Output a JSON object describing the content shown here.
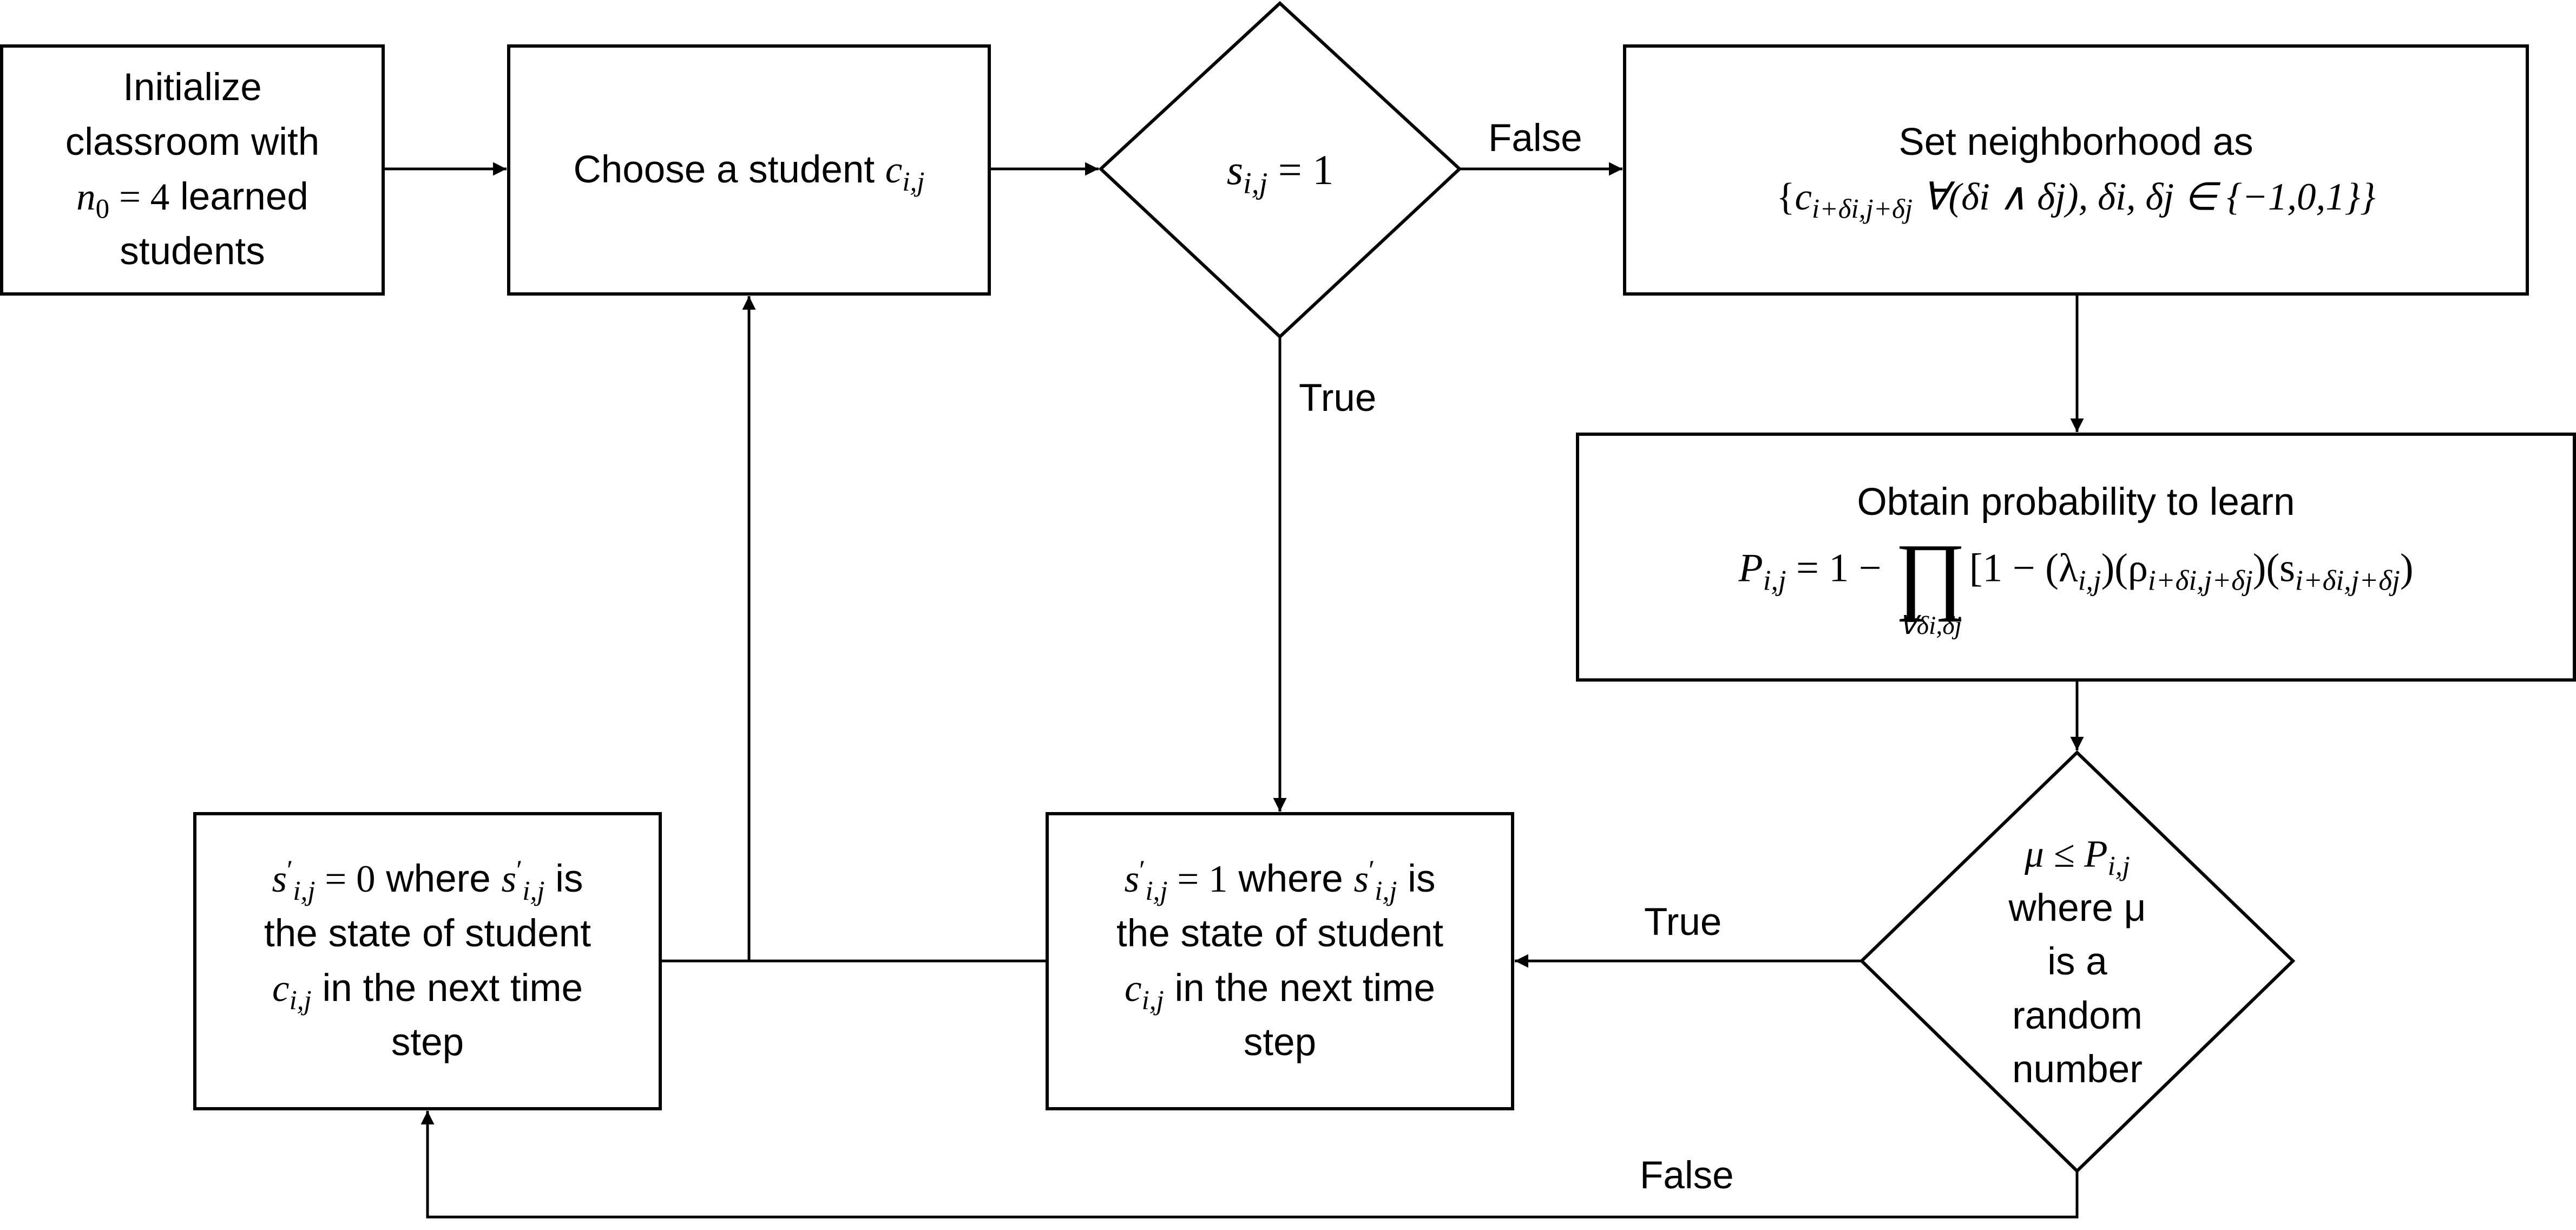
{
  "nodes": {
    "init": {
      "line1": "Initialize",
      "line2": "classroom with",
      "n0": "n",
      "n0_sub": "0",
      "eq": " = 4",
      "line3_rest": " learned",
      "line4": "students"
    },
    "choose": {
      "text": "Choose a student ",
      "var": "c",
      "sub": "i,j"
    },
    "decision1": {
      "var": "s",
      "sub": "i,j",
      "rest": " = 1"
    },
    "neighborhood": {
      "line1": "Set neighborhood as",
      "set_open": "{",
      "c": "c",
      "c_sub": "i+δi,j+δj",
      "forall": " ∀(δi ∧ δj), δi, δj ∈ {−1,0,1}}"
    },
    "probability": {
      "line1": "Obtain probability to learn",
      "P": "P",
      "P_sub": "i,j",
      "eq": " = 1 − ",
      "pi": "∏",
      "pi_under": "∀δi,δj",
      "term_a": "[1 − (λ",
      "term_a_sub": "i,j",
      "term_b": ")(ρ",
      "term_b_sub": "i+δi,j+δj",
      "term_c": ")(s",
      "term_c_sub": "i+δi,j+δj",
      "term_d": ")"
    },
    "decision2": {
      "mu": "μ ≤ P",
      "mu_sub": "i,j",
      "line2": "where μ",
      "line3": "is a",
      "line4": "random",
      "line5": "number"
    },
    "learned": {
      "s": "s",
      "sup": "′",
      "sub": "i,j",
      "eq": " = 1",
      "where": " where ",
      "is": " is",
      "line2": "the state of student",
      "c": "c",
      "c_sub": "i,j",
      "line3_rest": " in the next time",
      "line4": "step"
    },
    "not_learned": {
      "s": "s",
      "sup": "′",
      "sub": "i,j",
      "eq": " = 0",
      "where": " where ",
      "is": " is",
      "line2": "the state of student",
      "c": "c",
      "c_sub": "i,j",
      "line3_rest": " in the next time",
      "line4": "step"
    }
  },
  "edge_labels": {
    "d1_false": "False",
    "d1_true": "True",
    "d2_true": "True",
    "d2_false": "False"
  }
}
